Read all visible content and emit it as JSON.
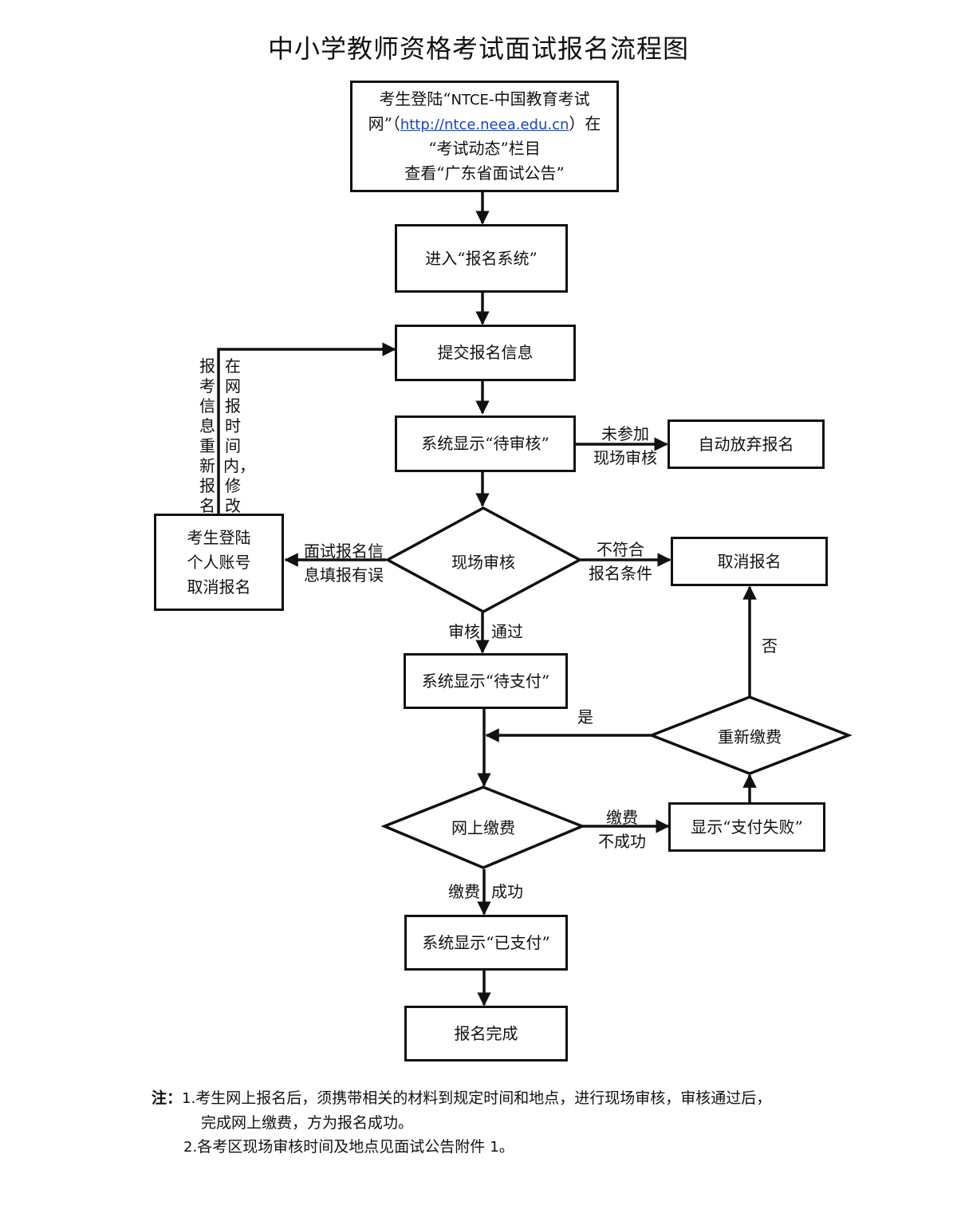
{
  "title": "中小学教师资格考试面试报名流程图",
  "nodes": {
    "login": {
      "line1_pre": "考生登陆“",
      "line1_site": "NTCE",
      "line1_post": "-中国教育考试",
      "line2_pre": "网”（",
      "line2_url": "http://ntce.neea.edu.cn",
      "line2_post": "）在",
      "line3": "“考试动态”栏目",
      "line4": "查看“广东省面试公告”"
    },
    "enter_system": "进入“报名系统”",
    "submit_info": "提交报名信息",
    "pending_review": "系统显示“待审核”",
    "auto_abandon": "自动放弃报名",
    "onsite_review": "现场审核",
    "cancel_left": {
      "line1": "考生登陆",
      "line2": "个人账号",
      "line3": "取消报名"
    },
    "cancel_right": "取消报名",
    "pending_payment": "系统显示“待支付”",
    "repay": "重新缴费",
    "online_payment": "网上缴费",
    "pay_failed": "显示“支付失败”",
    "paid": "系统显示“已支付”",
    "done": "报名完成"
  },
  "edge_labels": {
    "not_attend": {
      "line1": "未参加",
      "line2": "现场审核"
    },
    "not_qualified": {
      "line1": "不符合",
      "line2": "报名条件"
    },
    "info_error": {
      "line1": "面试报名信",
      "line2": "息填报有误"
    },
    "review_pass": {
      "left": "审核",
      "right": "通过"
    },
    "no": "否",
    "yes": "是",
    "pay_unsuccessful": {
      "line1": "缴费",
      "line2": "不成功"
    },
    "pay_success": {
      "left": "缴费",
      "right": "成功"
    },
    "re_register_vertical": "报考信息重新报名",
    "modify_vertical": "在网报时间内，修改"
  },
  "notes": {
    "head": "注：",
    "item1_num": "1.",
    "item1_line1": "考生网上报名后，须携带相关的材料到规定时间和地点，进行现场审核，审核通过后，",
    "item1_line2": "完成网上缴费，方为报名成功。",
    "item2_num": "2.",
    "item2_text": "各考区现场审核时间及地点见面试公告附件",
    "item2_ref": "1",
    "item2_end": "。"
  },
  "colors": {
    "line": "#111111",
    "link": "#1a3fd1"
  }
}
